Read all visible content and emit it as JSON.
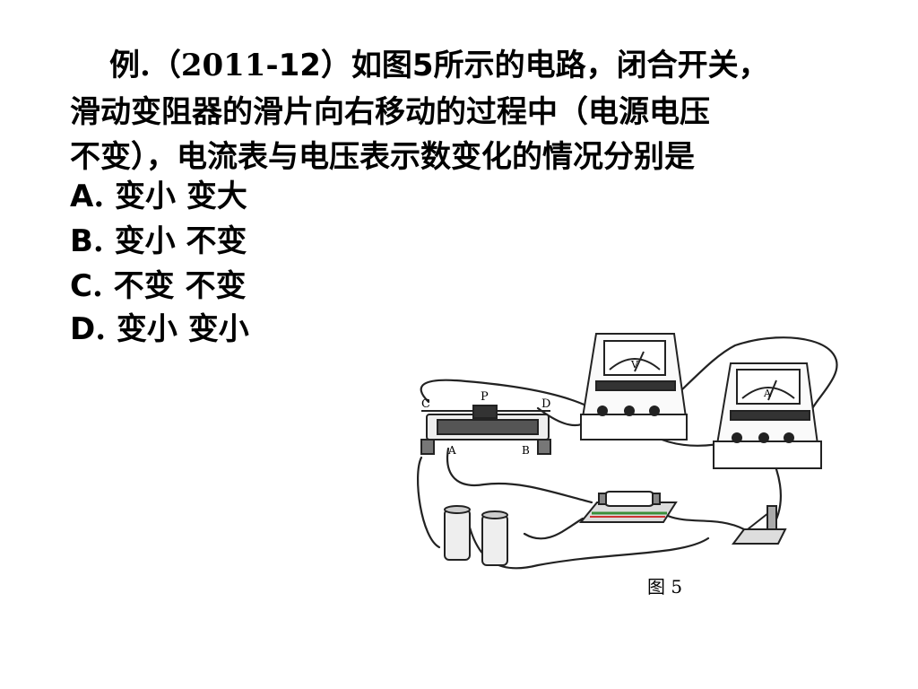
{
  "question": {
    "line1_prefix": "例.（2011-",
    "line1_num": "12",
    "line1_mid": "）如图",
    "line1_fig": "5",
    "line1_suffix": "所示的电路，闭合开关，",
    "line2": "滑动变阻器的滑片向右移动的过程中（电源电压",
    "line3": "不变），电流表与电压表示数变化的情况分别是"
  },
  "options": [
    {
      "letter": "A",
      "text": ". 变小  变大"
    },
    {
      "letter": "B",
      "text": ". 变小  不变"
    },
    {
      "letter": "C",
      "text": ". 不变  不变"
    },
    {
      "letter": "D",
      "text": ". 变小  变小"
    }
  ],
  "figure": {
    "caption": "图 5",
    "labels": {
      "c": "C",
      "p": "P",
      "d": "D",
      "a": "A",
      "b": "B",
      "voltmeter": "V",
      "ammeter": "A"
    }
  }
}
